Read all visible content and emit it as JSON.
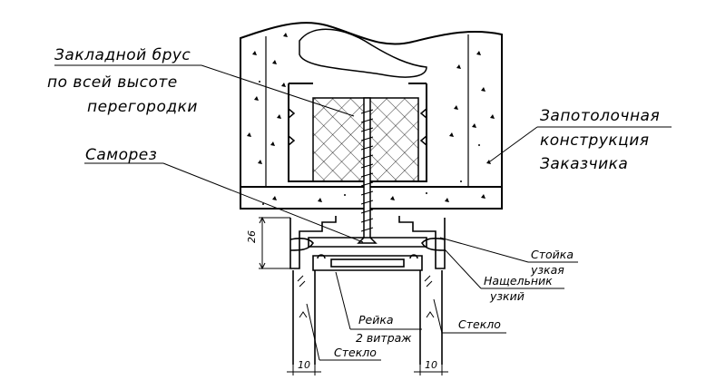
{
  "labels": {
    "beam": [
      "Закладной брус",
      "по всей высоте",
      "перегородки"
    ],
    "ceiling": [
      "Запотолочная",
      "конструкция",
      "Заказчика"
    ],
    "screw": "Саморез",
    "post": [
      "Стойка",
      "узкая"
    ],
    "trim": [
      "Нащельник",
      "узкий"
    ],
    "rail": [
      "Рейка",
      "2 витраж"
    ],
    "glass_right": "Стекло",
    "glass_bottom": "Стекло"
  },
  "dimensions": {
    "height": "26",
    "glass_left": "10",
    "glass_right": "10"
  },
  "colors": {
    "ink": "#000000",
    "paper": "#ffffff"
  }
}
